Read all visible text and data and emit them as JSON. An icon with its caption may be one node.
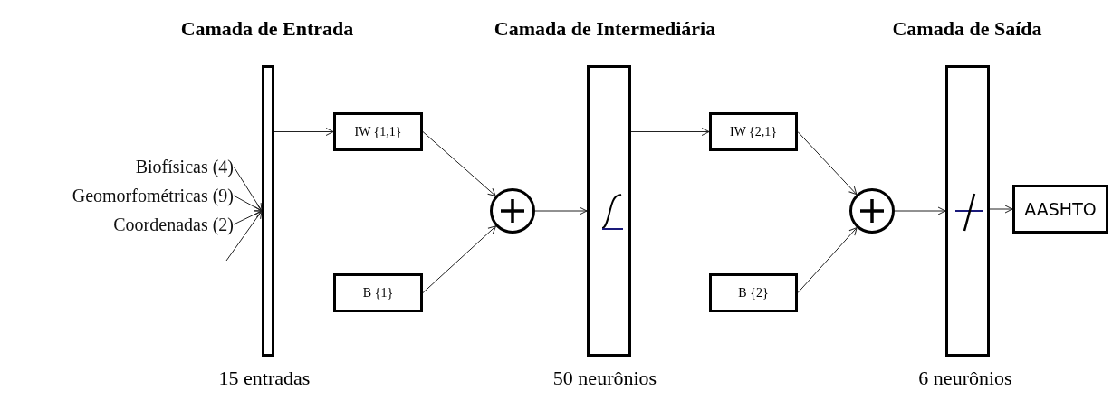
{
  "diagram": {
    "nodes": [
      {
        "text": [],
        "shape": "bar",
        "beside": [
          "Camada de Entrada",
          "15 entradas"
        ]
      },
      {
        "text": [
          "Biofísicas (4)"
        ]
      },
      {
        "text": [
          "Geomorfométricas (9)"
        ]
      },
      {
        "text": [
          "Coordenadas (2)"
        ]
      },
      {
        "text": [
          "IW {1,1}"
        ]
      },
      {
        "text": [
          "B {1}"
        ]
      },
      {
        "text": [],
        "shape": "circle"
      },
      {
        "text": [],
        "shape": "bar",
        "beside": [
          "Camada de Intermediária",
          "50 neurônios"
        ]
      },
      {
        "text": [
          "IW {2,1}"
        ]
      },
      {
        "text": [
          "B {2}"
        ]
      },
      {
        "text": [],
        "shape": "circle"
      },
      {
        "text": [],
        "shape": "bar",
        "beside": [
          "Camada de Saída",
          "6 neurônios"
        ]
      },
      {
        "text": [
          "AASHTO"
        ]
      }
    ],
    "edges": [
      {
        "from": 1,
        "to": 0,
        "arrow": "to"
      },
      {
        "from": 2,
        "to": 0,
        "arrow": "to"
      },
      {
        "from": 3,
        "to": 0,
        "arrow": "to"
      },
      {
        "from": null,
        "to": 0,
        "arrow": "to"
      },
      {
        "from": 0,
        "to": 4,
        "arrow": "to"
      },
      {
        "from": 4,
        "to": 6,
        "arrow": "to"
      },
      {
        "from": 5,
        "to": 6,
        "arrow": "to"
      },
      {
        "from": 6,
        "to": 7,
        "arrow": "to"
      },
      {
        "from": 7,
        "to": 8,
        "arrow": "to"
      },
      {
        "from": 8,
        "to": 10,
        "arrow": "to"
      },
      {
        "from": 9,
        "to": 10,
        "arrow": "to"
      },
      {
        "from": 10,
        "to": 11,
        "arrow": "to"
      },
      {
        "from": 11,
        "to": 12,
        "arrow": "to"
      }
    ]
  }
}
